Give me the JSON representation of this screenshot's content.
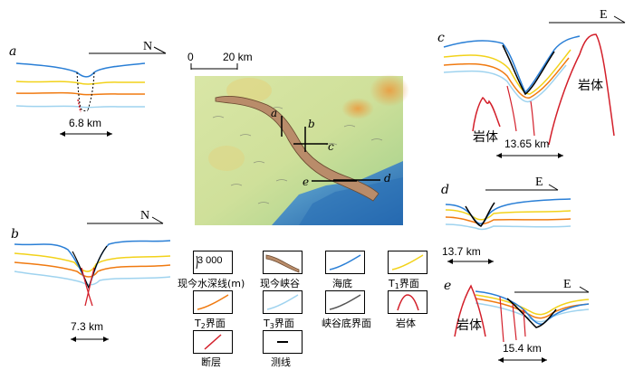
{
  "colors": {
    "seabed": "#2a7fd6",
    "t1": "#f2d21a",
    "t2": "#f07a10",
    "t3": "#9fd3ef",
    "canyon_bottom": "#555555",
    "rock": "#d31f2a",
    "fault": "#d31f2a",
    "survey_line": "#000000",
    "canyon_fill": "#b98c6a"
  },
  "scale_bar": {
    "start": "0",
    "end": "20 km"
  },
  "profiles": {
    "a": {
      "letter": "a",
      "direction": "N",
      "width_label": "6.8 km"
    },
    "b": {
      "letter": "b",
      "direction": "N",
      "width_label": "7.3 km"
    },
    "c": {
      "letter": "c",
      "direction": "E",
      "width_label": "13.65 km",
      "rock_left": "岩体",
      "rock_right": "岩体"
    },
    "d": {
      "letter": "d",
      "direction": "E",
      "width_label": "13.7 km"
    },
    "e": {
      "letter": "e",
      "direction": "E",
      "width_label": "15.4 km",
      "rock_left": "岩体"
    }
  },
  "map": {
    "line_labels": [
      "a",
      "b",
      "c",
      "d",
      "e"
    ]
  },
  "legend": {
    "isobath_box_text": "3 000",
    "isobath_label": "现今水深线(m)",
    "canyon_label": "现今峡谷",
    "seabed_label": "海底",
    "t1_label_main": "T",
    "t1_label_sub": "1",
    "t1_label_suffix": "界面",
    "t2_label_main": "T",
    "t2_label_sub": "2",
    "t2_label_suffix": "界面",
    "t3_label_main": "T",
    "t3_label_sub": "3",
    "t3_label_suffix": "界面",
    "canyon_bottom_label": "峡谷底界面",
    "rock_label": "岩体",
    "fault_label": "断层",
    "survey_label": "测线"
  }
}
